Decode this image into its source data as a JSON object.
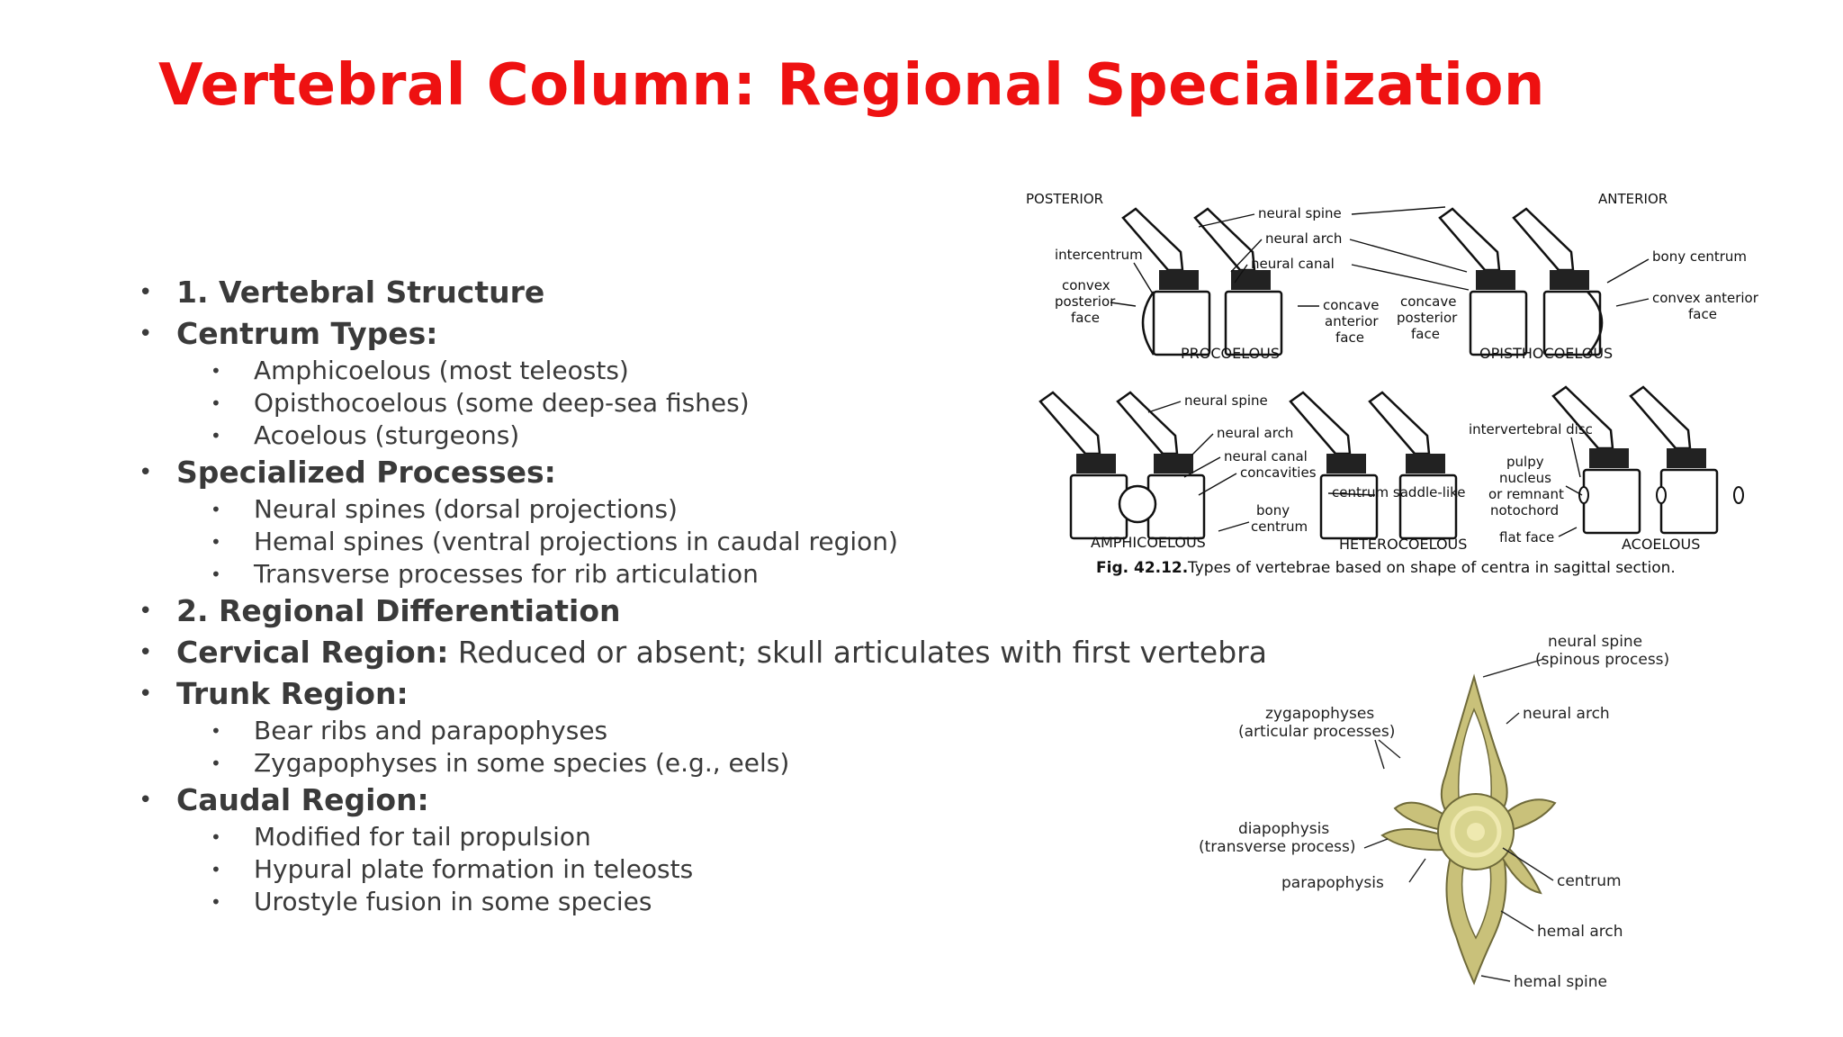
{
  "title": "Vertebral Column: Regional Specialization",
  "bullets": {
    "structure": "1. Vertebral Structure",
    "centrum_types": {
      "label": "Centrum Types:",
      "items": [
        "Amphicoelous (most teleosts)",
        "Opisthocoelous (some deep-sea fishes)",
        "Acoelous (sturgeons)"
      ]
    },
    "processes": {
      "label": "Specialized Processes:",
      "items": [
        "Neural spines (dorsal projections)",
        "Hemal spines (ventral projections in caudal region)",
        "Transverse processes for rib articulation"
      ]
    },
    "regional": "2. Regional Differentiation",
    "cervical": {
      "label": "Cervical Region:",
      "text": " Reduced or absent; skull articulates with first vertebra"
    },
    "trunk": {
      "label": "Trunk Region:",
      "items": [
        "Bear ribs and parapophyses",
        "Zygapophyses in some species (e.g., eels)"
      ]
    },
    "caudal": {
      "label": "Caudal Region:",
      "items": [
        "Modified for tail propulsion",
        "Hypural plate formation in teleosts",
        "Urostyle fusion in some species"
      ]
    }
  },
  "figure1": {
    "posterior": "POSTERIOR",
    "anterior": "ANTERIOR",
    "labels": {
      "neural_spine": "neural spine",
      "neural_arch": "neural arch",
      "neural_canal": "neural canal",
      "intercentrum": "intercentrum",
      "convex_posterior_1": "convex",
      "convex_posterior_2": "posterior",
      "convex_posterior_3": "face",
      "concave_anterior_1": "concave",
      "concave_anterior_2": "anterior",
      "concave_anterior_3": "face",
      "concave_posterior_1": "concave",
      "concave_posterior_2": "posterior",
      "concave_posterior_3": "face",
      "bony_centrum": "bony centrum",
      "convex_anterior_1": "convex anterior",
      "convex_anterior_2": "face",
      "neural_spine_b": "neural spine",
      "neural_arch_b": "neural arch",
      "neural_canal_b": "neural canal",
      "concavities": "concavities",
      "bony_1": "bony",
      "bony_2": "centrum",
      "centrum_saddle": "centrum saddle-like",
      "intervertebral_disc": "intervertebral disc",
      "pulpy_1": "pulpy",
      "pulpy_2": "nucleus",
      "pulpy_3": "or remnant",
      "pulpy_4": "notochord",
      "flat_face": "flat face"
    },
    "types": {
      "procoelous": "PROCOELOUS",
      "opisthocoelous": "OPISTHOCOELOUS",
      "amphicoelous": "AMPHICOELOUS",
      "heterocoelous": "HETEROCOELOUS",
      "acoelous": "ACOELOUS"
    },
    "caption_bold": "Fig. 42.12.",
    "caption_text": " Types of vertebrae based on shape of centra in sagittal section."
  },
  "figure2": {
    "labels": {
      "neural_spine_1": "neural spine",
      "neural_spine_2": "(spinous process)",
      "neural_arch": "neural arch",
      "zyg_1": "zygapophyses",
      "zyg_2": "(articular processes)",
      "diap_1": "diapophysis",
      "diap_2": "(transverse process)",
      "parapophysis": "parapophysis",
      "centrum": "centrum",
      "hemal_arch": "hemal arch",
      "hemal_spine": "hemal spine"
    },
    "bone_color": "#c9c17a"
  }
}
